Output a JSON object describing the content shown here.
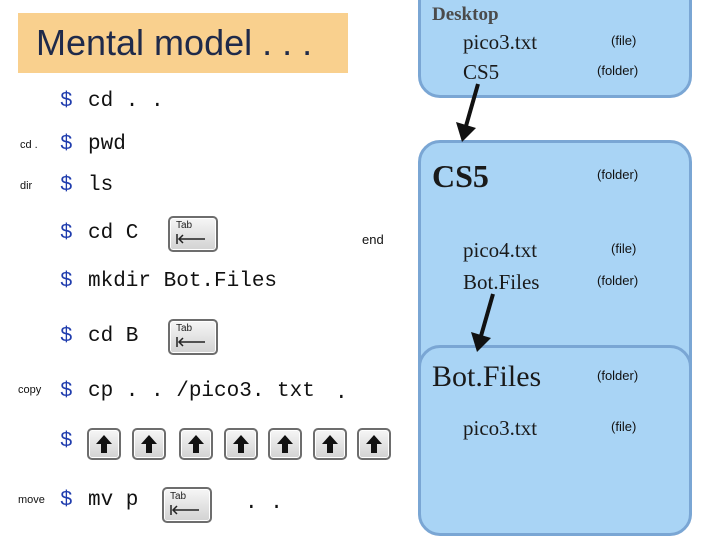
{
  "title": "Mental model . . .",
  "commands": {
    "prompt": "$",
    "c1": "cd . .",
    "c2": "pwd",
    "c3": "ls",
    "c4": "cd C",
    "c5": "mkdir Bot.Files",
    "c6": "cd B",
    "c7": "cp . . /pico3. txt",
    "c8": "",
    "c9": "mv p"
  },
  "side_labels": {
    "cd": "cd .",
    "dir": "dir",
    "copy": "copy",
    "move": "move"
  },
  "notes": {
    "end": "end",
    "cp_dest": ".",
    "mv_dest": ". ."
  },
  "keys": {
    "tab_label": "Tab",
    "tab_icon": "tab-key-icon",
    "up_icon": "up-arrow-key-icon"
  },
  "panels": {
    "desktop": {
      "header": "Desktop",
      "items": [
        {
          "name": "pico3.txt",
          "kind": "(file)"
        },
        {
          "name": "CS5",
          "kind": "(folder)"
        }
      ]
    },
    "cs5": {
      "header": "CS5",
      "kind": "(folder)",
      "items": [
        {
          "name": "pico4.txt",
          "kind": "(file)"
        },
        {
          "name": "Bot.Files",
          "kind": "(folder)"
        }
      ]
    },
    "botfiles": {
      "header": "Bot.Files",
      "kind": "(folder)",
      "items": [
        {
          "name": "pico3.txt",
          "kind": "(file)"
        }
      ]
    }
  },
  "colors": {
    "title_bg": "#f9d08e",
    "panel_outer": "#a9d4f5",
    "panel_border": "#7aa6d4",
    "prompt_color": "#1f3cad"
  }
}
